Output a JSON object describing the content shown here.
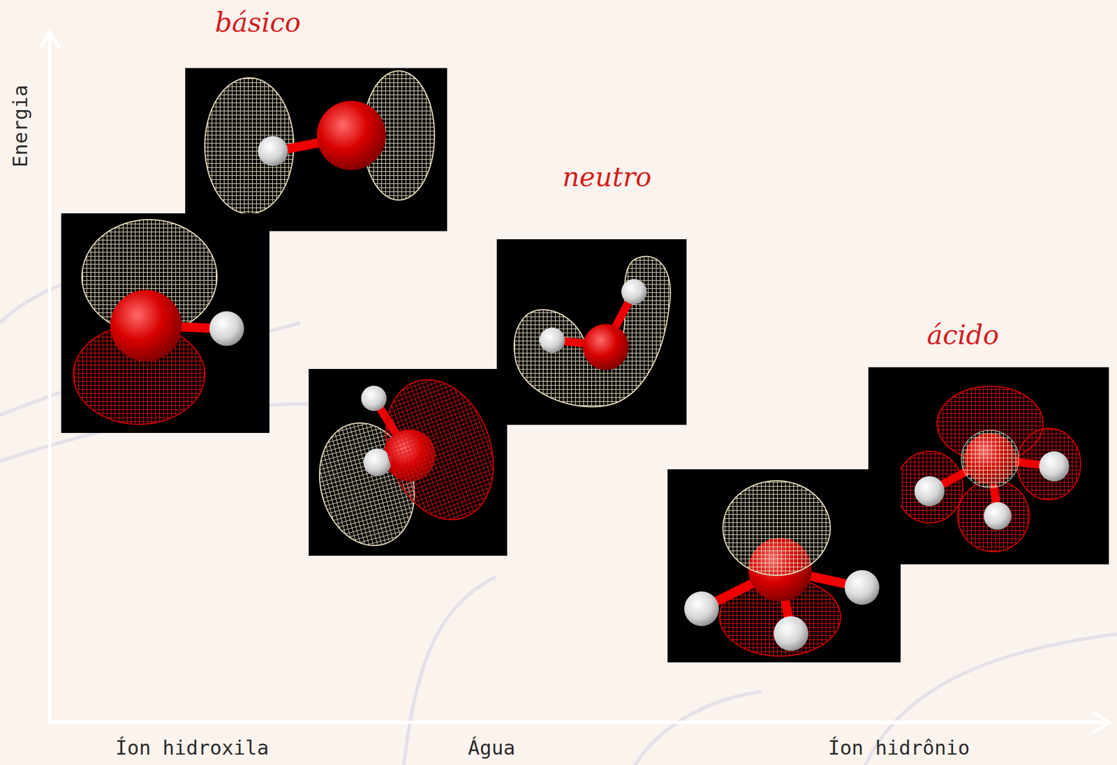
{
  "diagram": {
    "labels": [
      "básico",
      "neutro",
      "ácido",
      "Energia",
      "Íon hidroxila",
      "Água",
      "Íon hidrônio"
    ]
  }
}
